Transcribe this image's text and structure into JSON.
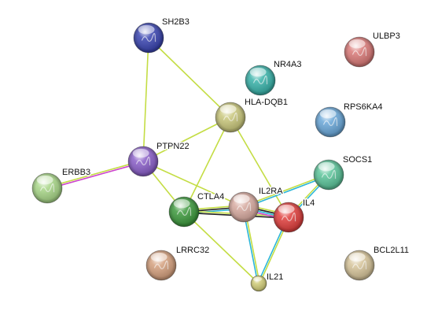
{
  "nodes": [
    {
      "id": "SH2B3",
      "label": "SH2B3",
      "color": "#3a45b0"
    },
    {
      "id": "ULBP3",
      "label": "ULBP3",
      "color": "#d97a78"
    },
    {
      "id": "NR4A3",
      "label": "NR4A3",
      "color": "#3ab3aa"
    },
    {
      "id": "HLA-DQB1",
      "label": "HLA-DQB1",
      "color": "#c9c77c"
    },
    {
      "id": "RPS6KA4",
      "label": "RPS6KA4",
      "color": "#6aa7d8"
    },
    {
      "id": "PTPN22",
      "label": "PTPN22",
      "color": "#8a5fc8"
    },
    {
      "id": "ERBB3",
      "label": "ERBB3",
      "color": "#a8d688"
    },
    {
      "id": "SOCS1",
      "label": "SOCS1",
      "color": "#5cc49a"
    },
    {
      "id": "CTLA4",
      "label": "CTLA4",
      "color": "#3e9a3e"
    },
    {
      "id": "IL2RA",
      "label": "IL2RA",
      "color": "#d7aaa0"
    },
    {
      "id": "IL4",
      "label": "IL4",
      "color": "#e0403e"
    },
    {
      "id": "LRRC32",
      "label": "LRRC32",
      "color": "#d4a07e"
    },
    {
      "id": "BCL2L11",
      "label": "BCL2L11",
      "color": "#d6c49a"
    },
    {
      "id": "IL21",
      "label": "IL21",
      "color": "#cfcb78"
    }
  ],
  "edge_colors": {
    "textmining": "#c4dd44",
    "coexpression": "#222222",
    "database": "#2cb6d8",
    "experiments": "#cc44cc",
    "homology": "#5a7adc"
  },
  "edges": [
    {
      "source": "SH2B3",
      "target": "PTPN22",
      "types": [
        "textmining"
      ]
    },
    {
      "source": "SH2B3",
      "target": "HLA-DQB1",
      "types": [
        "textmining"
      ]
    },
    {
      "source": "HLA-DQB1",
      "target": "PTPN22",
      "types": [
        "textmining"
      ]
    },
    {
      "source": "HLA-DQB1",
      "target": "CTLA4",
      "types": [
        "textmining"
      ]
    },
    {
      "source": "HLA-DQB1",
      "target": "IL4",
      "types": [
        "textmining"
      ]
    },
    {
      "source": "PTPN22",
      "target": "ERBB3",
      "types": [
        "experiments",
        "textmining"
      ]
    },
    {
      "source": "PTPN22",
      "target": "CTLA4",
      "types": [
        "textmining"
      ]
    },
    {
      "source": "PTPN22",
      "target": "IL2RA",
      "types": [
        "textmining"
      ]
    },
    {
      "source": "CTLA4",
      "target": "IL2RA",
      "types": [
        "textmining",
        "coexpression",
        "database"
      ]
    },
    {
      "source": "CTLA4",
      "target": "IL4",
      "types": [
        "textmining",
        "coexpression"
      ]
    },
    {
      "source": "CTLA4",
      "target": "IL21",
      "types": [
        "textmining"
      ]
    },
    {
      "source": "IL2RA",
      "target": "IL4",
      "types": [
        "textmining",
        "coexpression",
        "database",
        "experiments"
      ]
    },
    {
      "source": "IL2RA",
      "target": "SOCS1",
      "types": [
        "textmining",
        "database"
      ]
    },
    {
      "source": "IL4",
      "target": "SOCS1",
      "types": [
        "textmining",
        "database"
      ]
    },
    {
      "source": "IL2RA",
      "target": "IL21",
      "types": [
        "textmining",
        "database"
      ]
    },
    {
      "source": "IL4",
      "target": "IL21",
      "types": [
        "textmining",
        "database"
      ]
    }
  ]
}
